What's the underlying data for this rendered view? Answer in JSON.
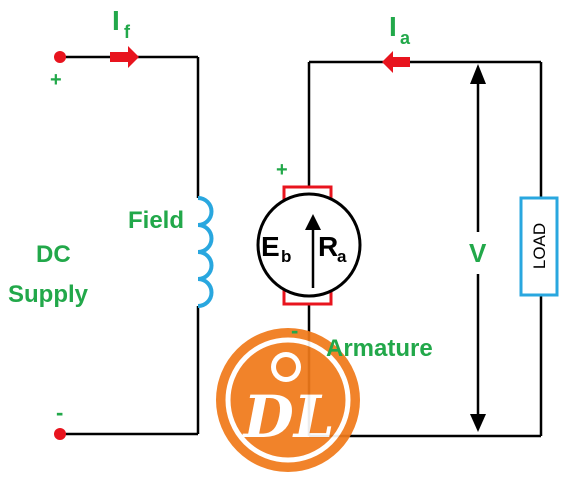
{
  "labels": {
    "field_current": "I",
    "field_current_sub": "f",
    "armature_current": "I",
    "armature_current_sub": "a",
    "plus_supply": "+",
    "minus_supply": "-",
    "plus_armature": "+",
    "field": "Field",
    "dc_line1": "DC",
    "dc_line2": "Supply",
    "emf": "E",
    "emf_sub": "b",
    "resistance": "R",
    "resistance_sub": "a",
    "voltage": "V",
    "load": "LOAD",
    "armature": "Armature",
    "armature_marker": "-"
  },
  "watermark": {
    "text": "DL"
  },
  "colors": {
    "wire": "#000000",
    "label_green": "#22a84a",
    "current_arrow": "#e8141e",
    "terminal": "#e8141e",
    "brush": "#e8141e",
    "field_coil": "#29a7df",
    "load_box": "#29a7df",
    "watermark_orange": "#f07a1a"
  }
}
